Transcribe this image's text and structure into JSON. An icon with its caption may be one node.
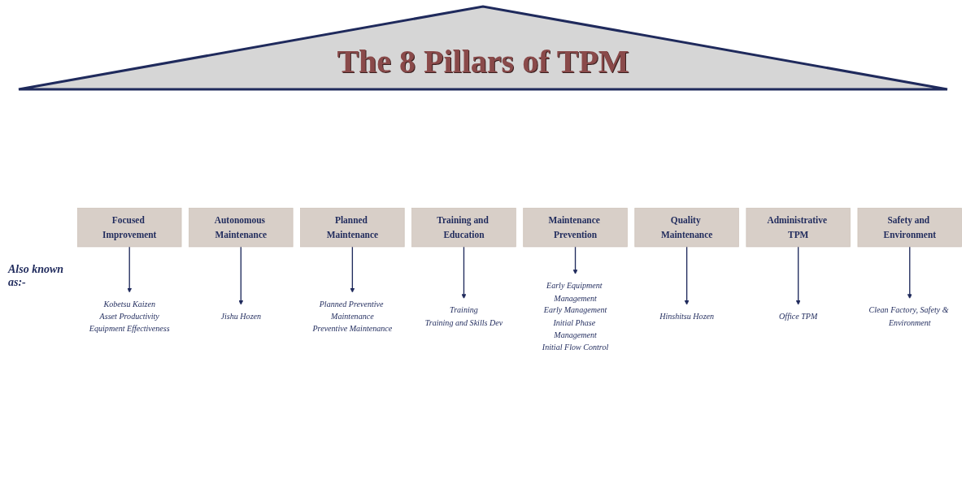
{
  "diagram": {
    "title": "The 8 Pillars of TPM",
    "nodes": [
      {
        "text": [
          "Focused Improvement"
        ]
      },
      {
        "text": [
          "Autonomous Maintenance"
        ]
      },
      {
        "text": [
          "Planned Maintenance"
        ]
      },
      {
        "text": [
          "Training and Education"
        ]
      },
      {
        "text": [
          "Maintenance Prevention"
        ]
      },
      {
        "text": [
          "Quality Maintenance"
        ]
      },
      {
        "text": [
          "Administrative TPM"
        ]
      },
      {
        "text": [
          "Safety and Environment"
        ]
      },
      {
        "text": [
          "Kobetsu Kaizen",
          "Asset Productivity",
          "Equipment Effectiveness"
        ]
      },
      {
        "text": [
          "Jishu Hozen"
        ]
      },
      {
        "text": [
          "Planned Preventive Maintenance",
          "Preventive Maintenance"
        ]
      },
      {
        "text": [
          "Training",
          "Training and Skills Dev"
        ]
      },
      {
        "text": [
          "Early Equipment Management",
          "Early Management",
          "Initial Phase Management",
          "Initial Flow Control"
        ]
      },
      {
        "text": [
          "Hinshitsu Hozen"
        ]
      },
      {
        "text": [
          "Office TPM"
        ]
      },
      {
        "text": [
          "Clean Factory, Safety & Environment"
        ]
      }
    ],
    "edges": [
      {
        "from": 0,
        "to": 8,
        "arrow": "to"
      },
      {
        "from": 1,
        "to": 9,
        "arrow": "to"
      },
      {
        "from": 2,
        "to": 10,
        "arrow": "to"
      },
      {
        "from": 3,
        "to": 11,
        "arrow": "to"
      },
      {
        "from": 4,
        "to": 12,
        "arrow": "to"
      },
      {
        "from": 5,
        "to": 13,
        "arrow": "to"
      },
      {
        "from": 6,
        "to": 14,
        "arrow": "to"
      },
      {
        "from": 7,
        "to": 15,
        "arrow": "to"
      }
    ],
    "labels": [
      "Also known as:-"
    ]
  }
}
